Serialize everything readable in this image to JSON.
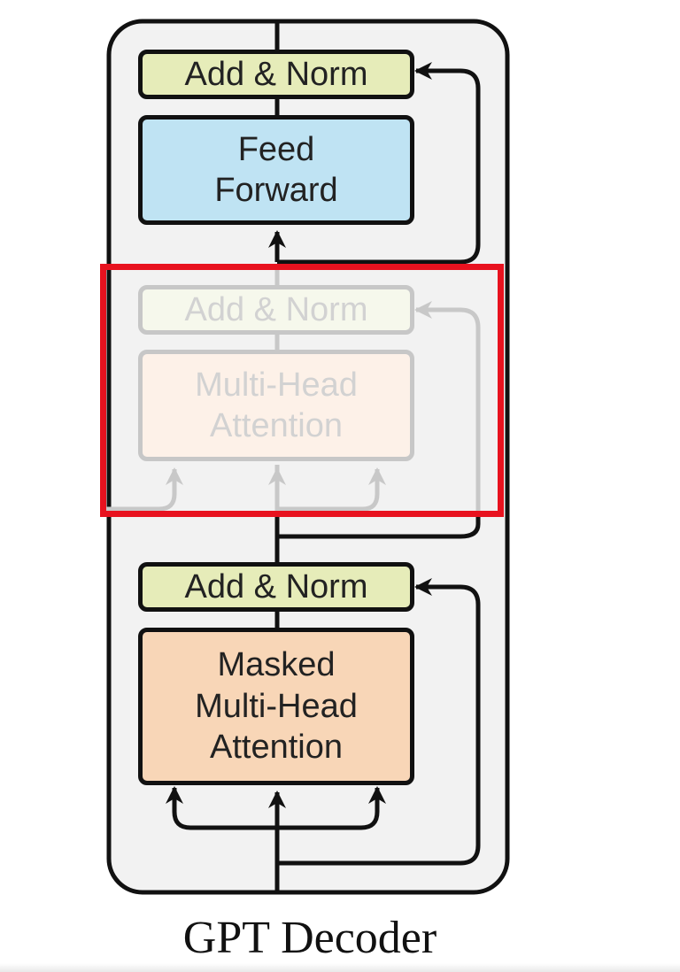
{
  "diagram": {
    "caption": "GPT Decoder",
    "blocks": {
      "add_norm_top": "Add & Norm",
      "feed_forward": [
        "Feed",
        "Forward"
      ],
      "add_norm_faded": "Add & Norm",
      "multi_head_attention_faded": [
        "Multi-Head",
        "Attention"
      ],
      "add_norm_bottom": "Add & Norm",
      "masked_multi_head_attention": [
        "Masked",
        "Multi-Head",
        "Attention"
      ]
    },
    "colors": {
      "add_norm": "#e6ecb9",
      "feed_forward": "#bfe3f3",
      "masked_attention": "#f8d6b7",
      "container": "#f2f2f2",
      "highlight": "#e8121f"
    }
  }
}
